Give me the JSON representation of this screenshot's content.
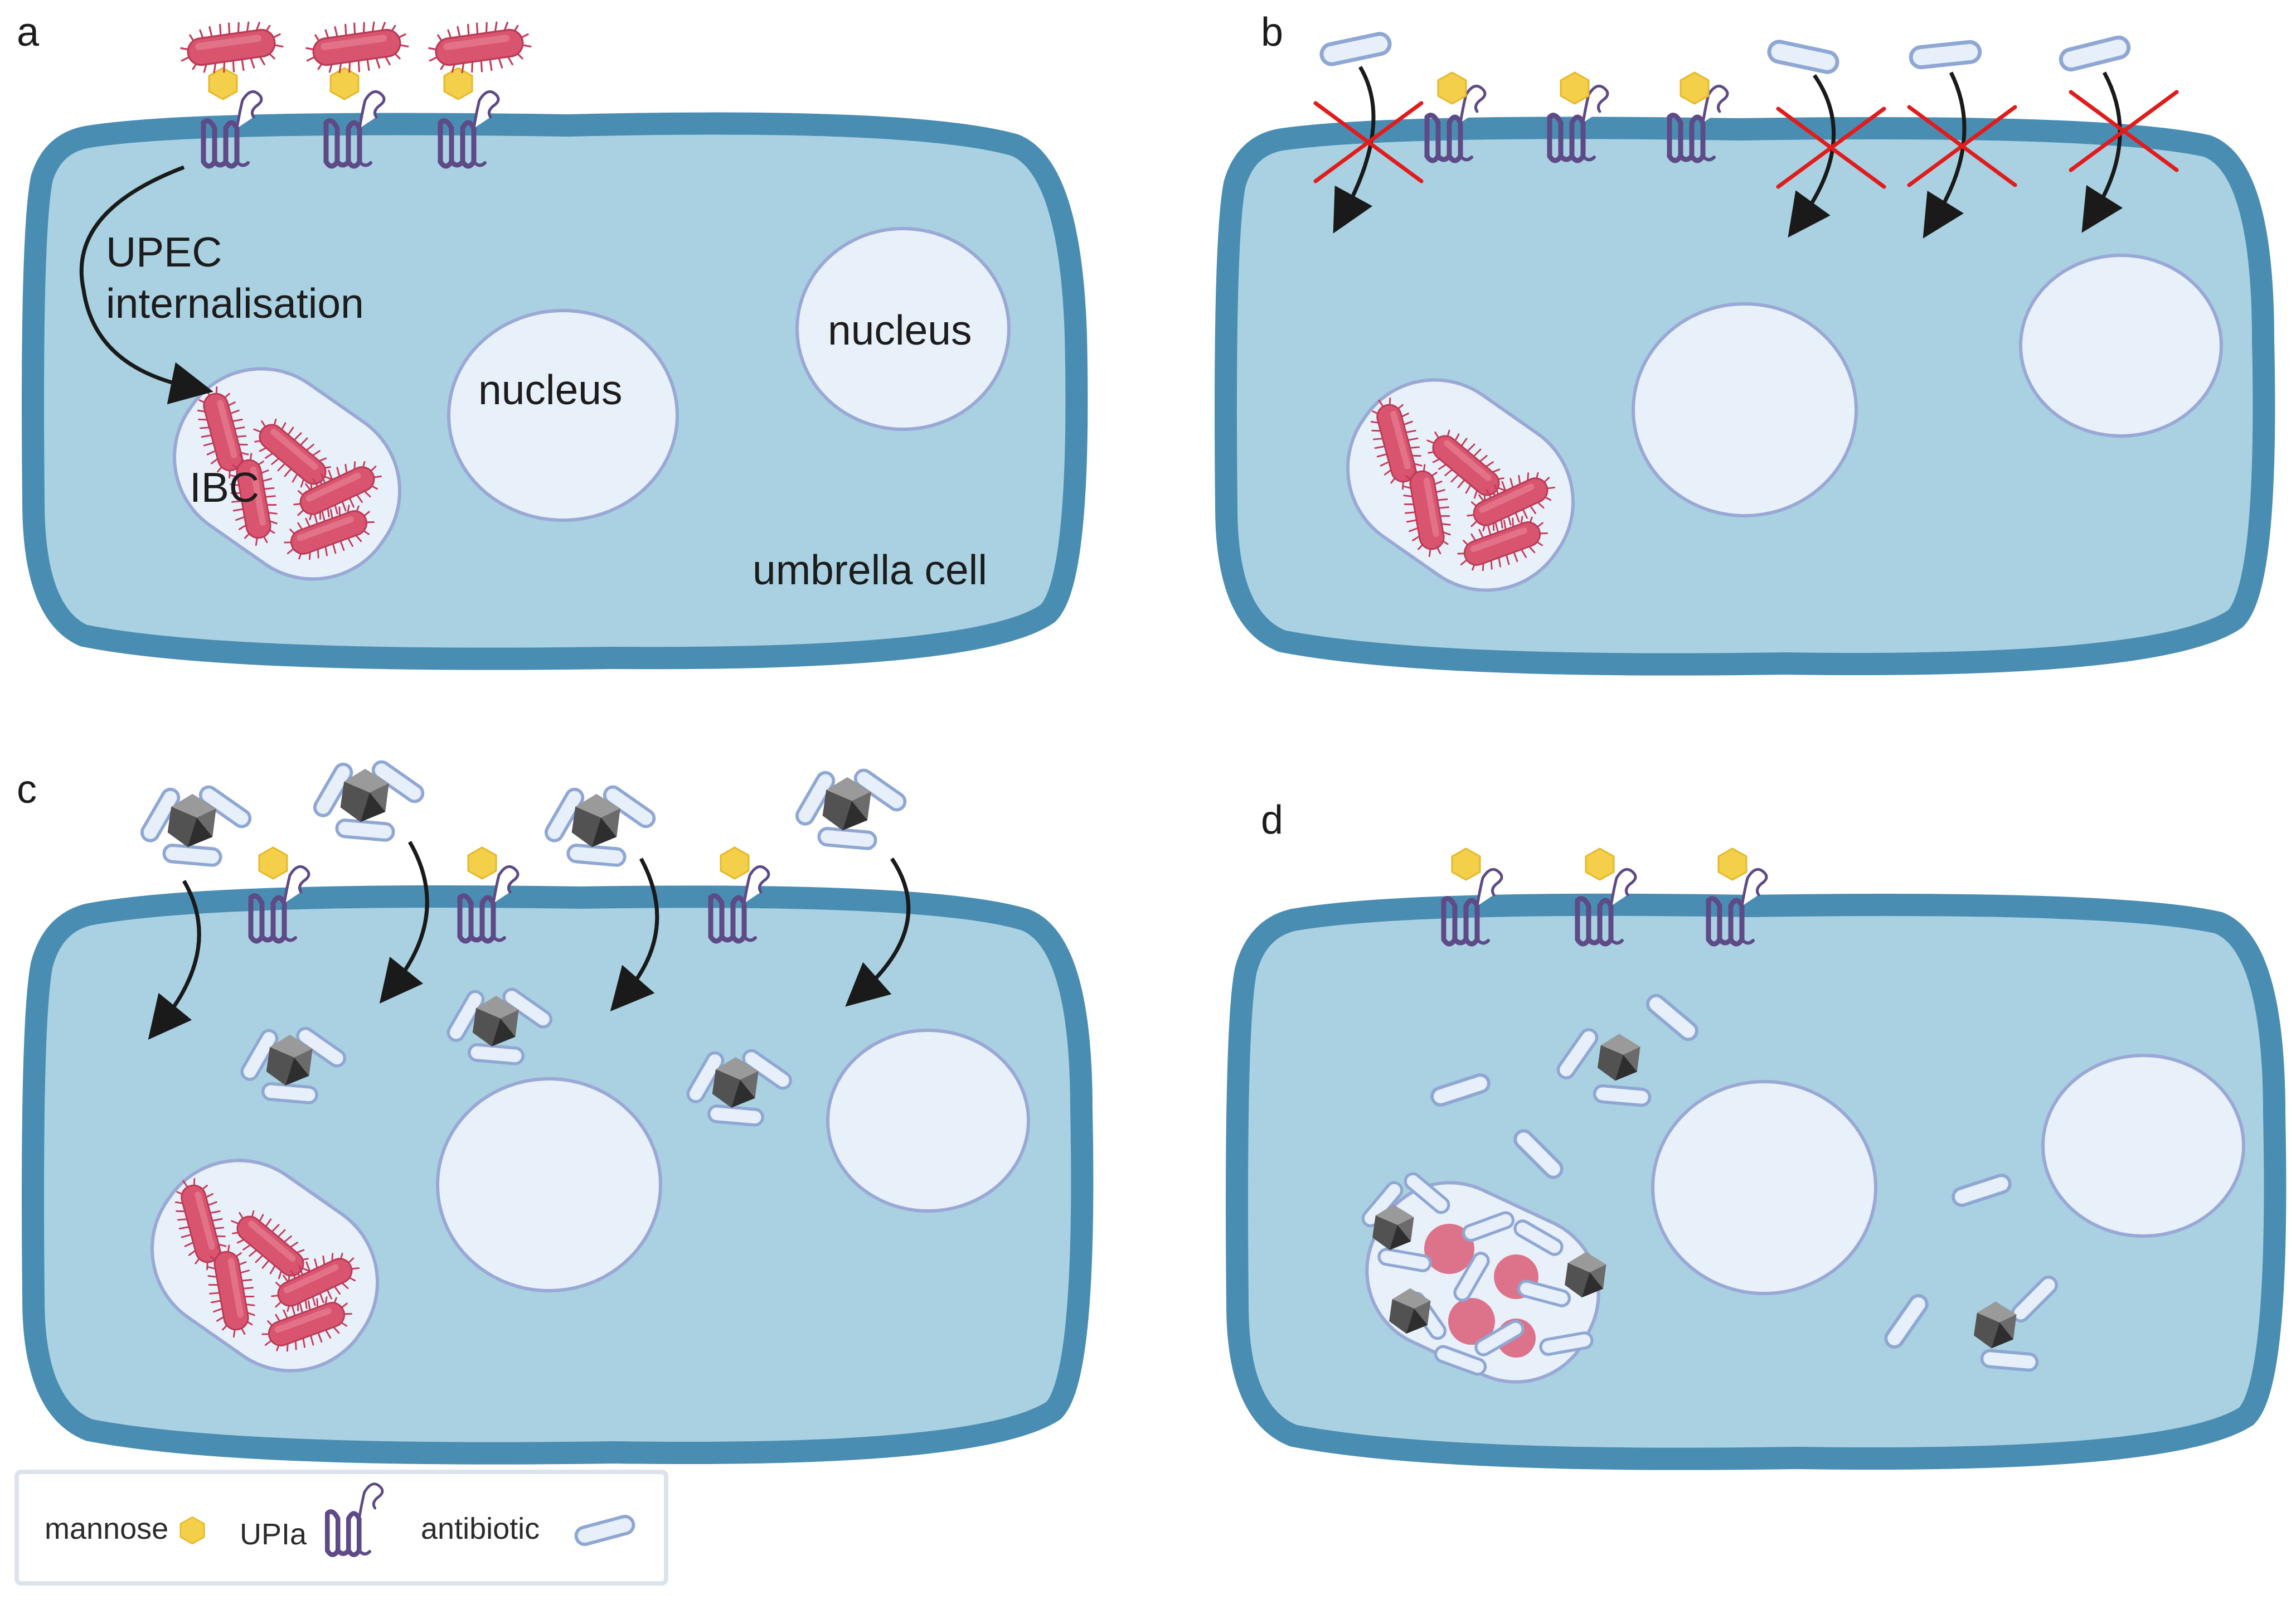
{
  "panels": [
    {
      "letter": "a"
    },
    {
      "letter": "b"
    },
    {
      "letter": "c"
    },
    {
      "letter": "d"
    }
  ],
  "labels": {
    "internalisation_line1": "UPEC",
    "internalisation_line2": "internalisation",
    "nucleus_left": "nucleus",
    "nucleus_right": "nucleus",
    "ibc": "IBC",
    "umbrella_cell": "umbrella cell"
  },
  "legend": {
    "mannose": "mannose",
    "upla": "UPIa",
    "antibiotic": "antibiotic"
  },
  "colors": {
    "membrane": "#4a8db3",
    "cytoplasm": "#a9d1e1",
    "nucleus_fill": "#e8f0fa",
    "nucleus_stroke": "#9aa8d6",
    "bacterium": "#d9546e",
    "mannose": "#f4cf4a",
    "receptor": "#5d4a86",
    "antibiotic_fill": "#e6effa",
    "antibiotic_stroke": "#8fa7d3",
    "block_cross": "#e01c1c",
    "nanoparticle": "#5a5a5a"
  },
  "icons": [
    "mannose-icon",
    "upla-receptor-icon",
    "antibiotic-capsule-icon",
    "bacterium-icon",
    "nanoparticle-icon",
    "arrow-icon",
    "cross-icon"
  ]
}
